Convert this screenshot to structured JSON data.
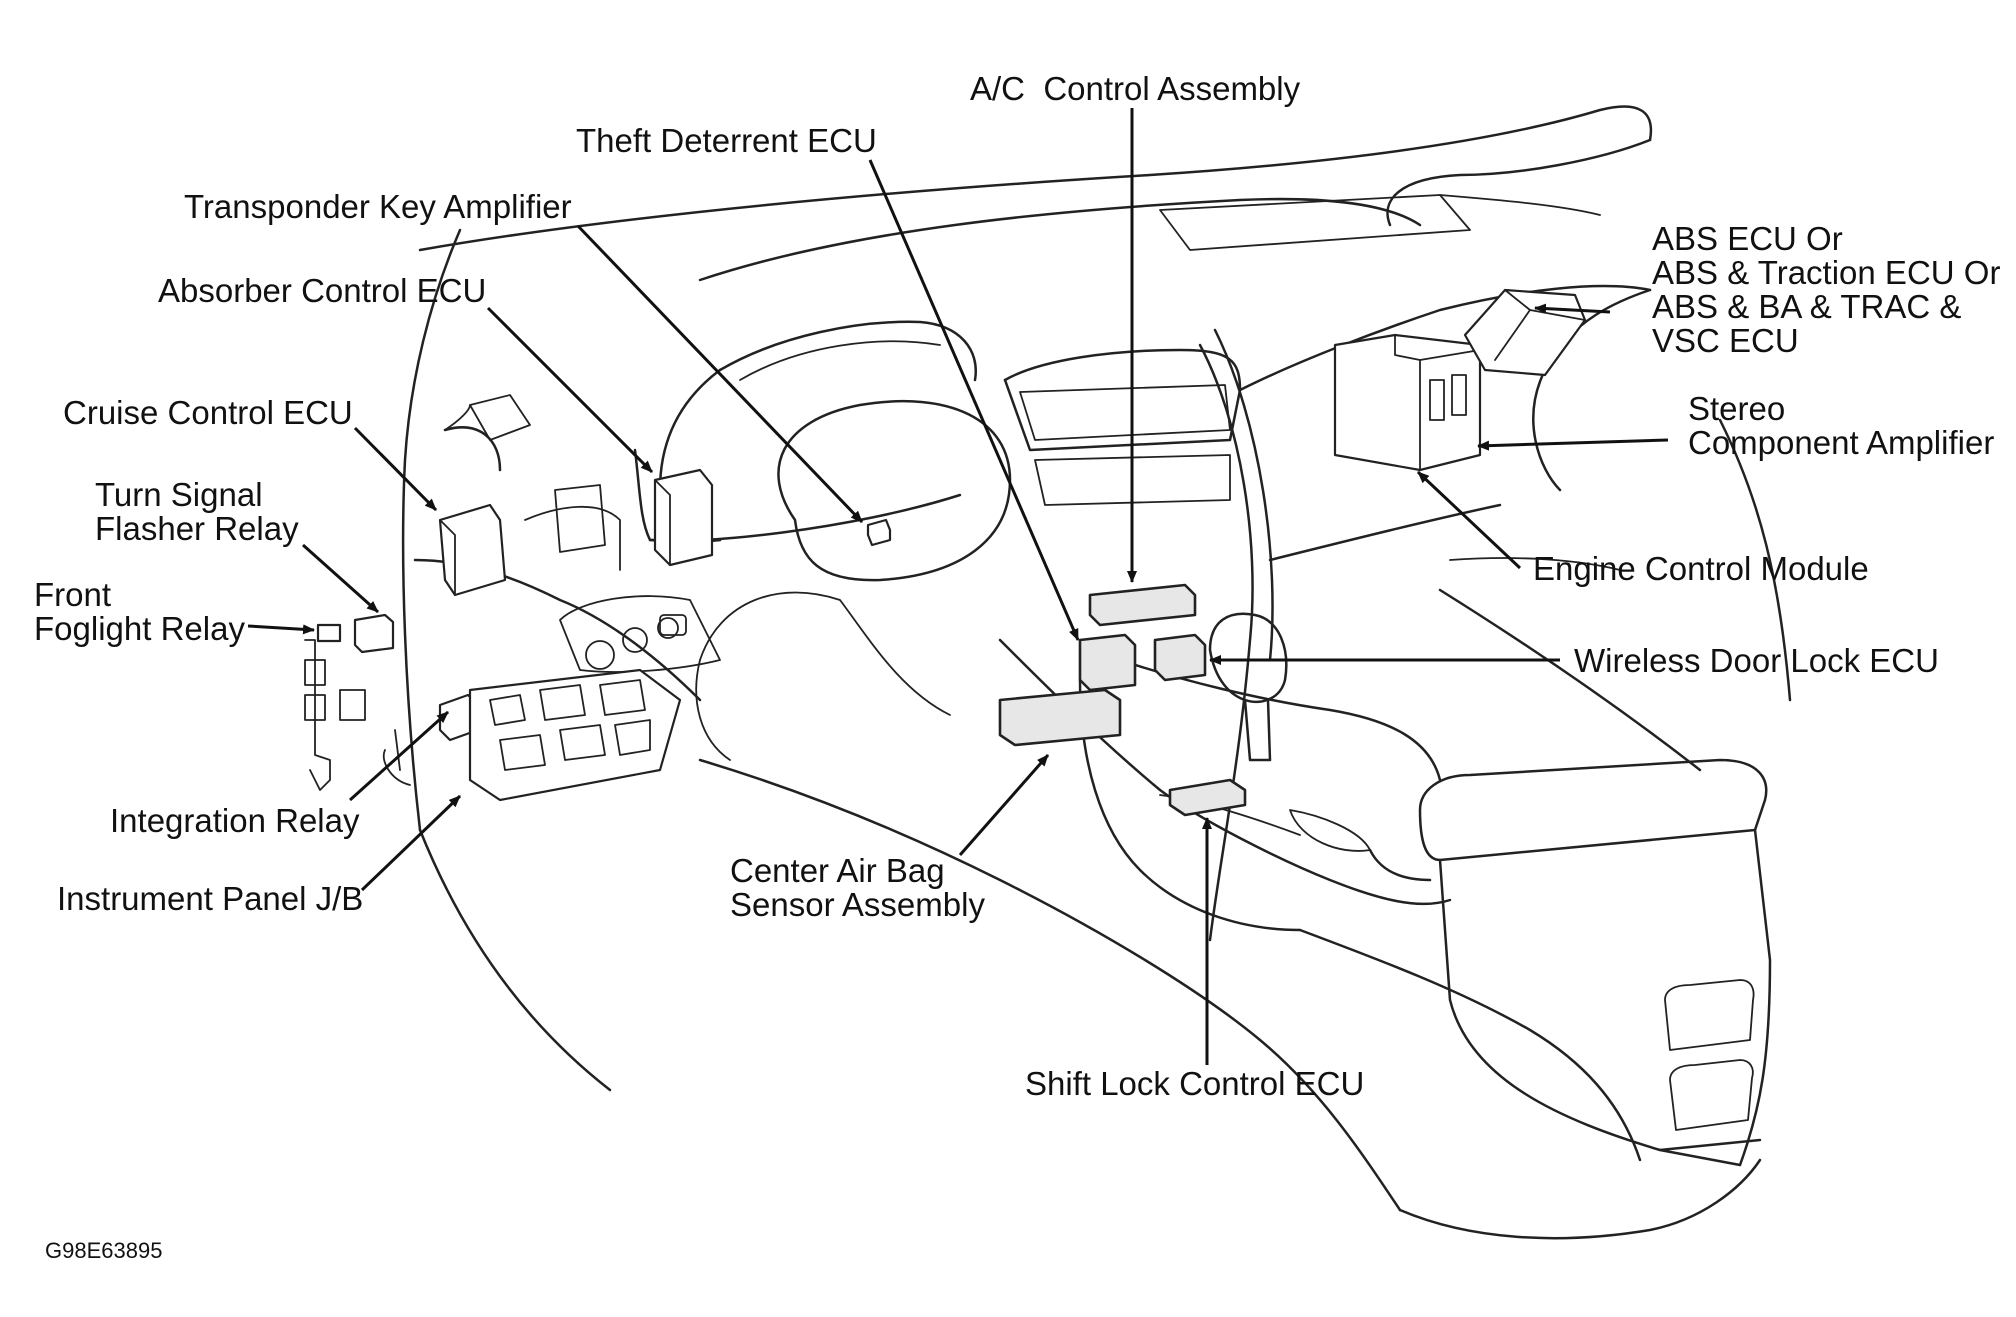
{
  "figure": {
    "reference_code": "G98E63895"
  },
  "labels": {
    "ac_control_assembly": "A/C  Control Assembly",
    "theft_deterrent_ecu": "Theft Deterrent ECU",
    "transponder_key_amplifier": "Transponder Key Amplifier",
    "absorber_control_ecu": "Absorber Control ECU",
    "cruise_control_ecu": "Cruise Control ECU",
    "turn_signal_flasher_relay": [
      "Turn Signal",
      "Flasher Relay"
    ],
    "front_foglight_relay": [
      "Front",
      "Foglight Relay"
    ],
    "integration_relay": "Integration Relay",
    "instrument_panel_jb": "Instrument Panel J/B",
    "abs_ecu": [
      "ABS ECU Or",
      "ABS & Traction ECU Or",
      "ABS & BA & TRAC &",
      "VSC ECU"
    ],
    "stereo_component_amplifier": [
      "Stereo",
      "Component Amplifier"
    ],
    "engine_control_module": "Engine Control Module",
    "wireless_door_lock_ecu": "Wireless Door Lock ECU",
    "center_air_bag_sensor_assembly": [
      "Center Air Bag",
      "Sensor Assembly"
    ],
    "shift_lock_control_ecu": "Shift Lock Control ECU"
  }
}
